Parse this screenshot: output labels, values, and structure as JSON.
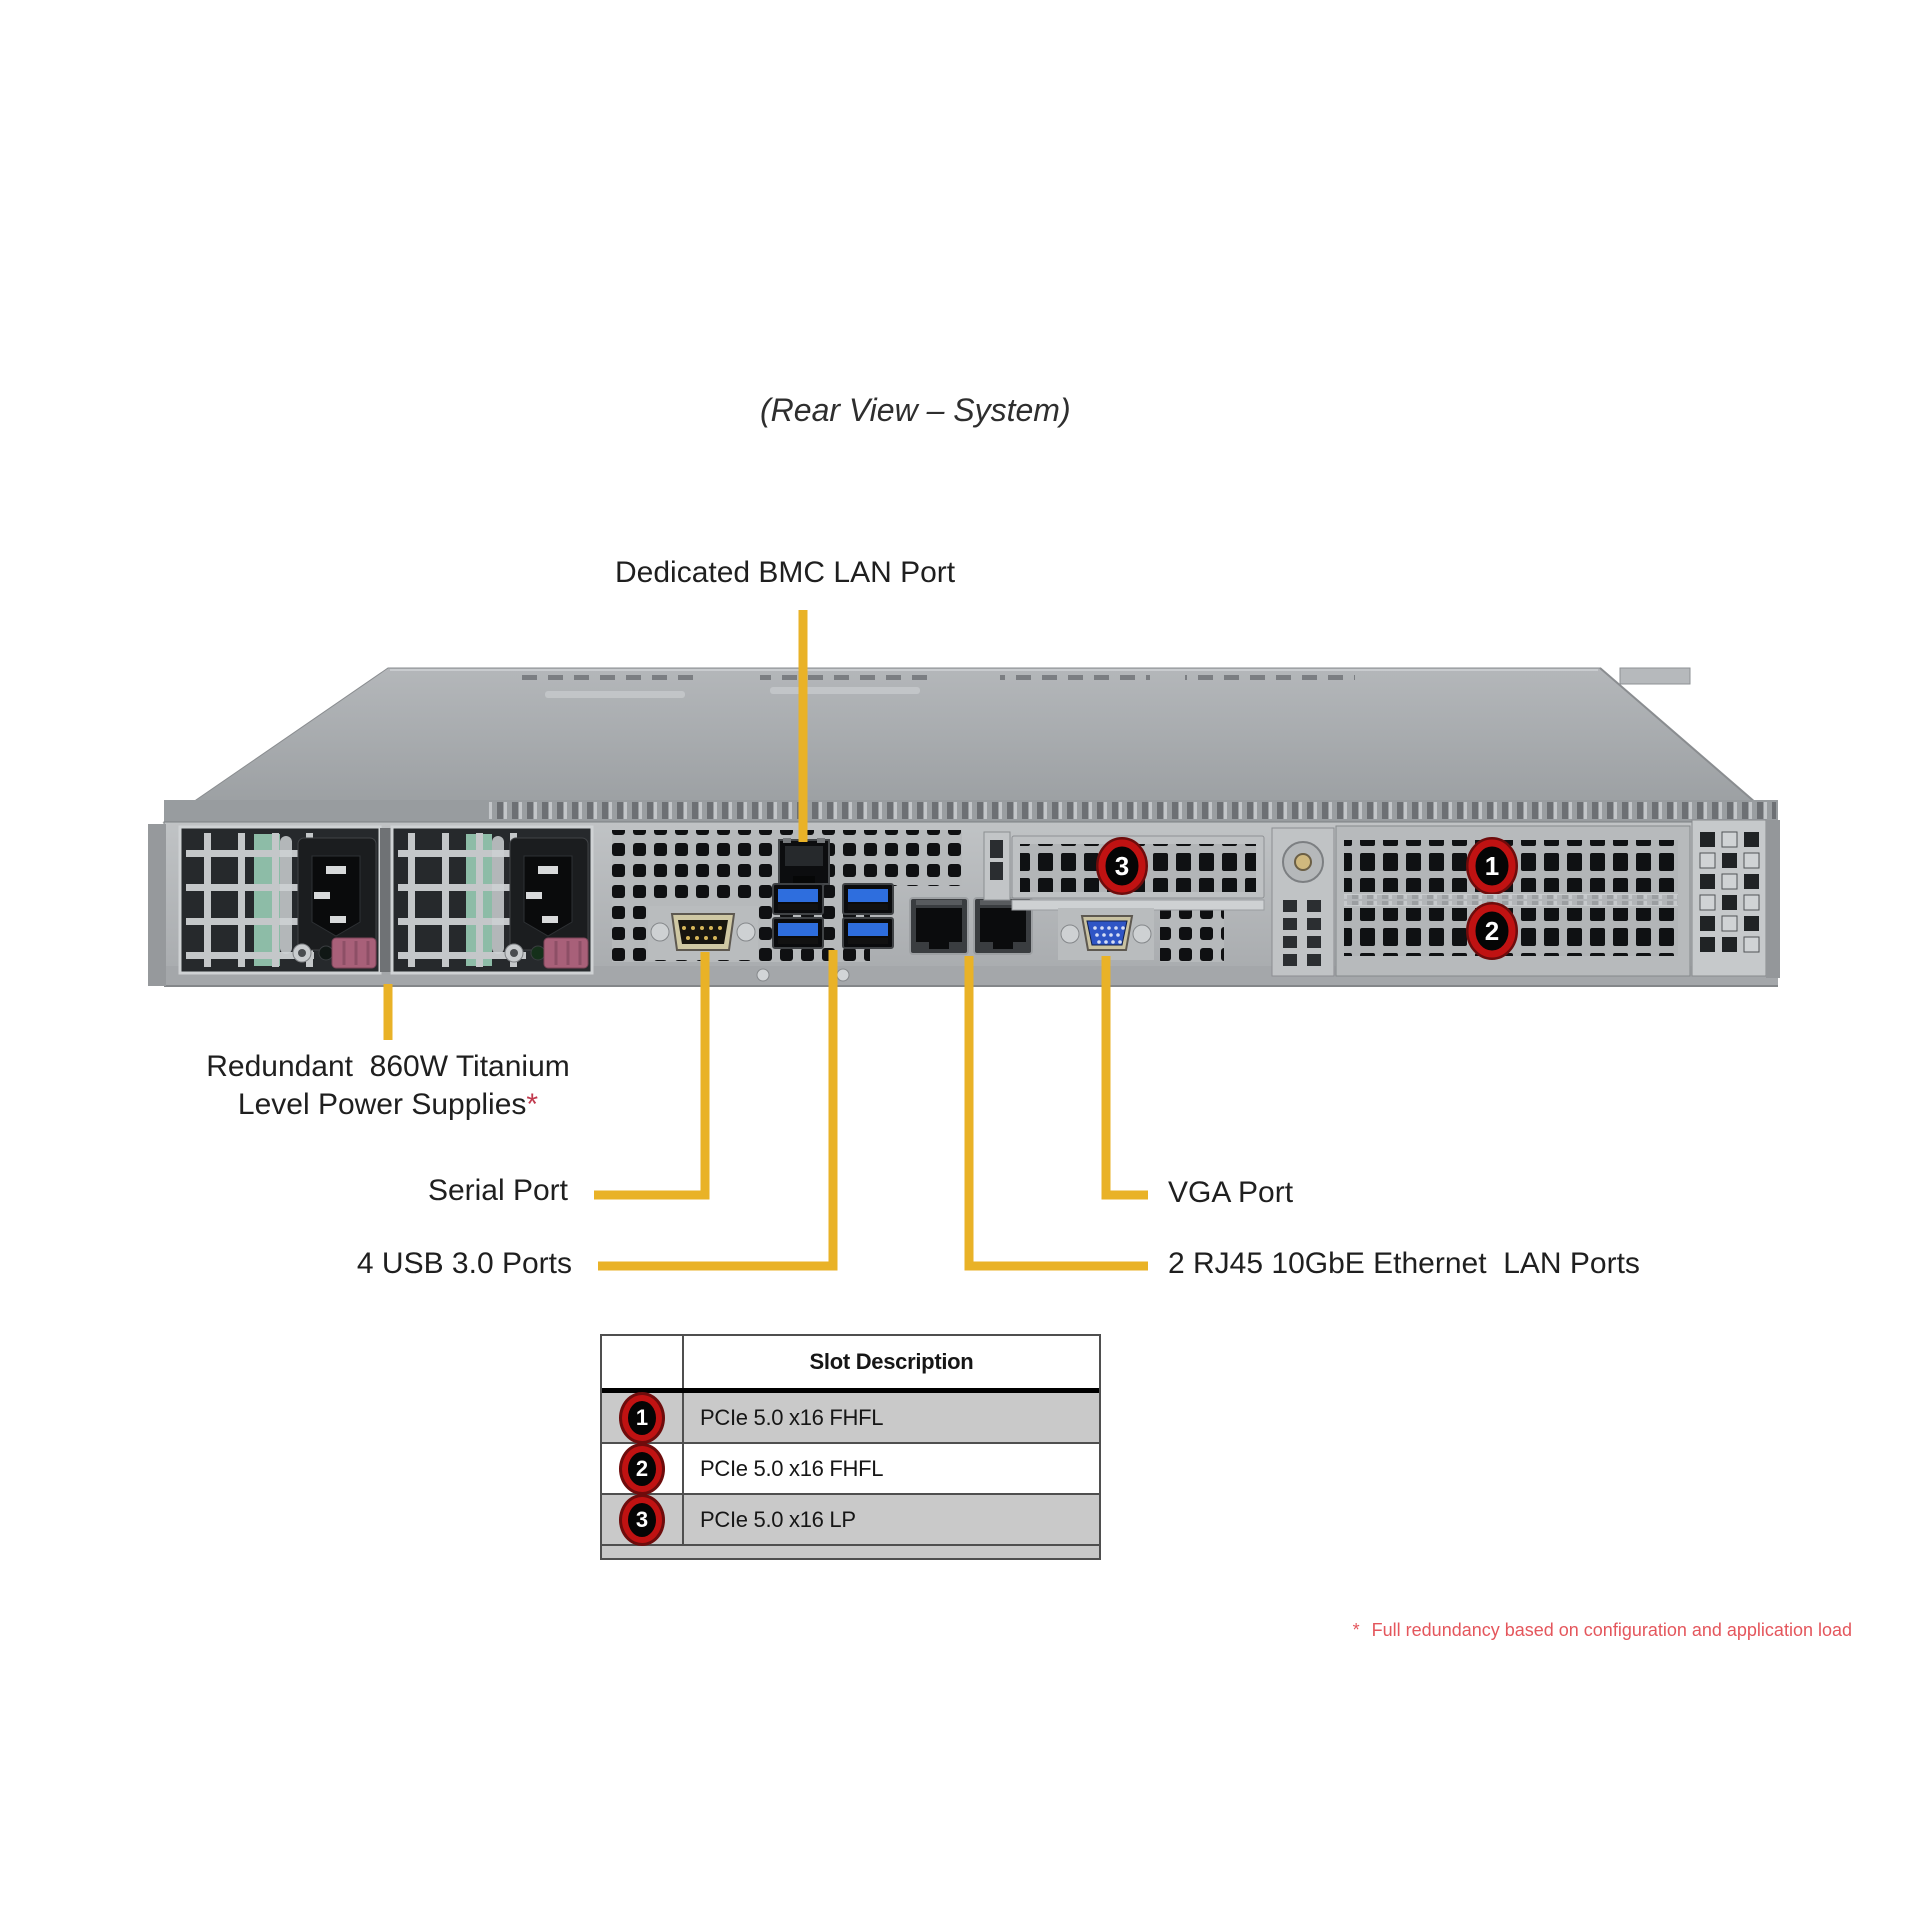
{
  "title": "(Rear View – System)",
  "callouts": {
    "bmc": "Dedicated BMC LAN Port",
    "psu_line1": "Redundant  860W Titanium",
    "psu_line2": "Level Power Supplies",
    "psu_asterisk": "*",
    "serial": "Serial Port",
    "usb": "4 USB 3.0 Ports",
    "vga": "VGA Port",
    "lan": "2 RJ45 10GbE Ethernet  LAN Ports"
  },
  "chassis": {
    "slot_badges": {
      "s1": "1",
      "s2": "2",
      "s3": "3"
    }
  },
  "table": {
    "header": "Slot Description",
    "rows": [
      {
        "badge": "1",
        "desc": "PCIe 5.0 x16 FHFL"
      },
      {
        "badge": "2",
        "desc": "PCIe 5.0 x16 FHFL"
      },
      {
        "badge": "3",
        "desc": "PCIe 5.0 x16 LP"
      }
    ]
  },
  "footnote": {
    "marker": "*",
    "text": "Full redundancy based on configuration and application load"
  },
  "colors": {
    "accent_yellow": "#e9b227",
    "badge_red": "#c01212",
    "note_red": "#e4565c",
    "table_row_gray": "#c9c9c9"
  }
}
